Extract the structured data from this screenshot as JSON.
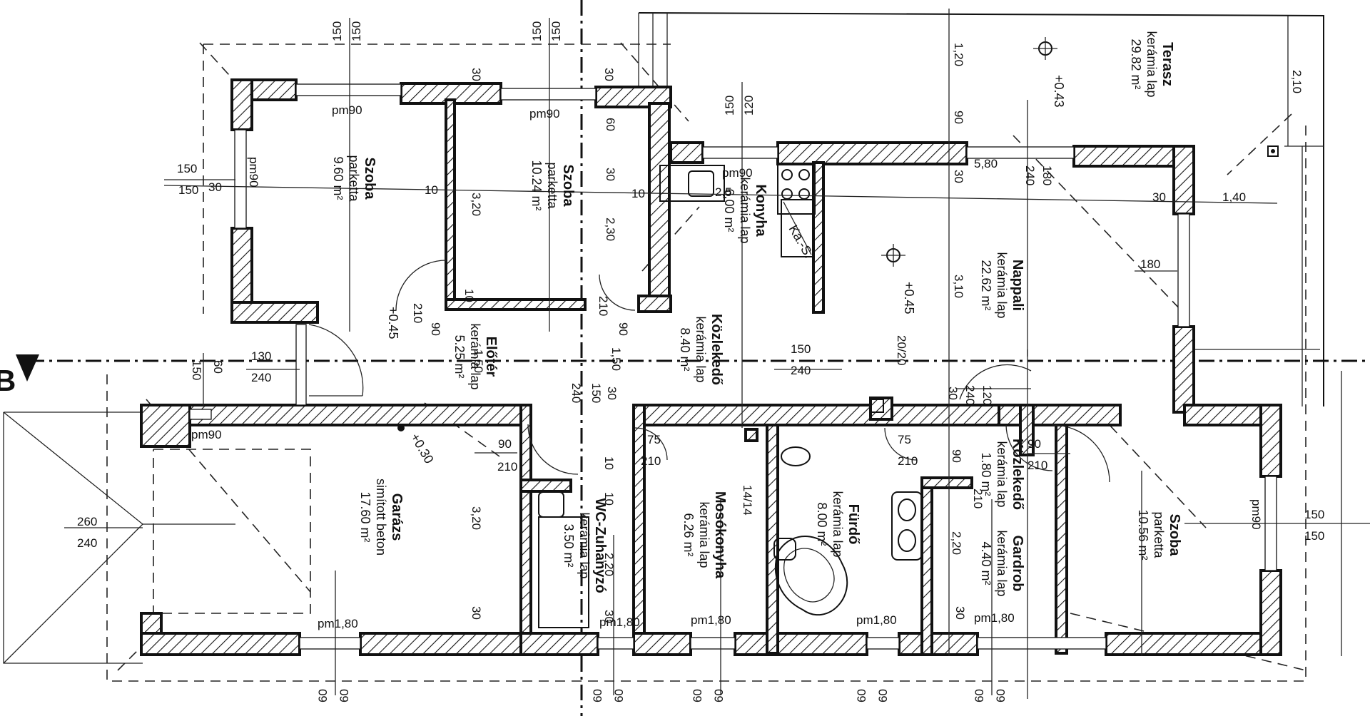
{
  "rooms": {
    "szoba1": {
      "name": "Szoba",
      "floor": "parketta",
      "area": "9.60 m²"
    },
    "szoba2": {
      "name": "Szoba",
      "floor": "parketta",
      "area": "10.24 m²"
    },
    "konyha": {
      "name": "Konyha",
      "floor": "kerámia lap",
      "area": "6.00 m²"
    },
    "nappali": {
      "name": "Nappali",
      "floor": "kerámia lap",
      "area": "22.62 m²"
    },
    "terasz": {
      "name": "Terasz",
      "floor": "kerámia lap",
      "area": "29.82 m²"
    },
    "eloter": {
      "name": "Előtér",
      "floor": "kerámia lap",
      "area": "5.25 m²"
    },
    "kozlekedo1": {
      "name": "Közlekedő",
      "floor": "kerámia lap",
      "area": "8.40 m²"
    },
    "kozlekedo2": {
      "name": "Közlekedő",
      "floor": "kerámia lap",
      "area": "1.80 m²"
    },
    "garazs": {
      "name": "Garázs",
      "floor": "simított beton",
      "area": "17.60 m²"
    },
    "wc": {
      "name": "WC-Zuhanyzó",
      "floor": "kerámia lap",
      "area": "3.50 m²"
    },
    "mosokonyha": {
      "name": "Mosókonyha",
      "floor": "kerámia lap",
      "area": "6.26 m²"
    },
    "furdo": {
      "name": "Fürdő",
      "floor": "kerámia lap",
      "area": "8.00 m²"
    },
    "gardrob": {
      "name": "Gardrob",
      "floor": "kerámia lap",
      "area": "4.40 m²"
    },
    "szoba3": {
      "name": "Szoba",
      "floor": "parketta",
      "area": "10.56 m²"
    }
  },
  "levels": {
    "terrace": "+0.43",
    "living": "+0.45",
    "hall": "+0.45",
    "garage": "+0.30"
  },
  "section_marker": "B",
  "kamra_label": "Ka.-S.",
  "dimensions": {
    "d150": "150",
    "d120": "120",
    "d30": "30",
    "d10": "10",
    "d60": "60",
    "d90": "90",
    "d210": "210",
    "d240": "240",
    "d180": "180",
    "d130": "130",
    "d75": "75",
    "d260": "260",
    "d2_10": "2,10",
    "d1_20": "1,20",
    "d5_80": "5,80",
    "d1_40": "1,40",
    "d3_20": "3,20",
    "d2_30": "2,30",
    "d2_20": "2,20",
    "d2_50": "2,5",
    "d1_50": "1,50",
    "d3_10": "3,10",
    "d20_20": "20/20",
    "d14_14": "14/14",
    "d2_5": "2,5"
  },
  "window_marks": {
    "pm90": "pm90",
    "pm180": "pm1,80"
  }
}
